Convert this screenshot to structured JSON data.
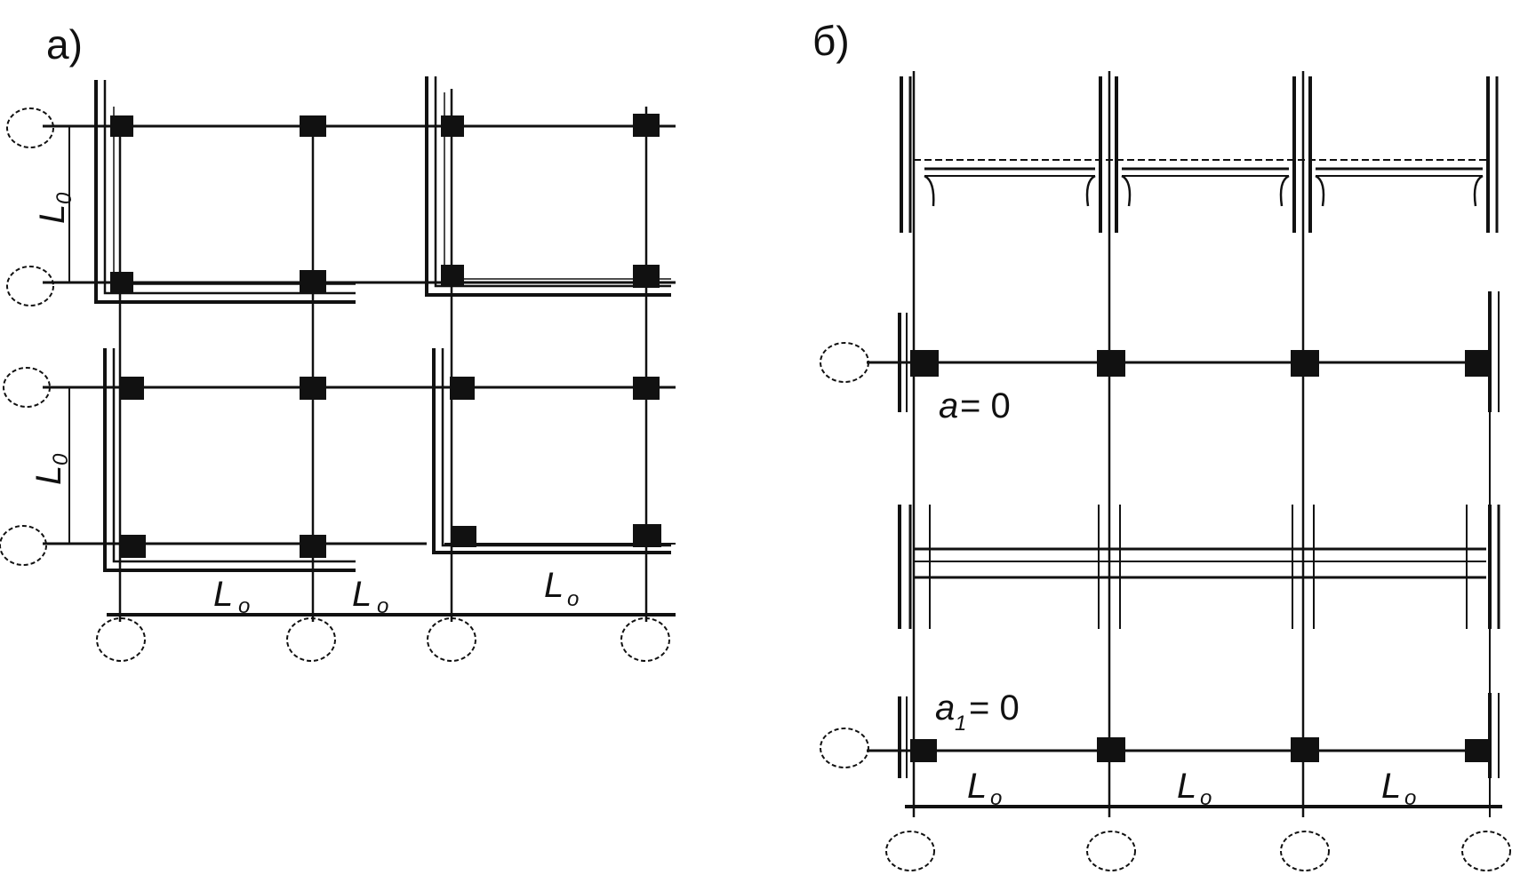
{
  "panel_a": {
    "label": "а)",
    "dim_vertical_top": "L",
    "dim_vertical_bottom": "L",
    "dim_sub": "0",
    "dim_h1": "L",
    "dim_h2": "L",
    "dim_h3": "L",
    "dim_h_sub": "o"
  },
  "panel_b": {
    "label": "б)",
    "eq_a_var": "a",
    "eq_a_rest": " = 0",
    "eq_a1_var": "a",
    "eq_a1_sub": "1",
    "eq_a1_rest": "= 0",
    "dim_h1": "L",
    "dim_h2": "L",
    "dim_h3": "L",
    "dim_h_sub": "o"
  },
  "colors": {
    "ink": "#111111",
    "paper": "#ffffff"
  }
}
